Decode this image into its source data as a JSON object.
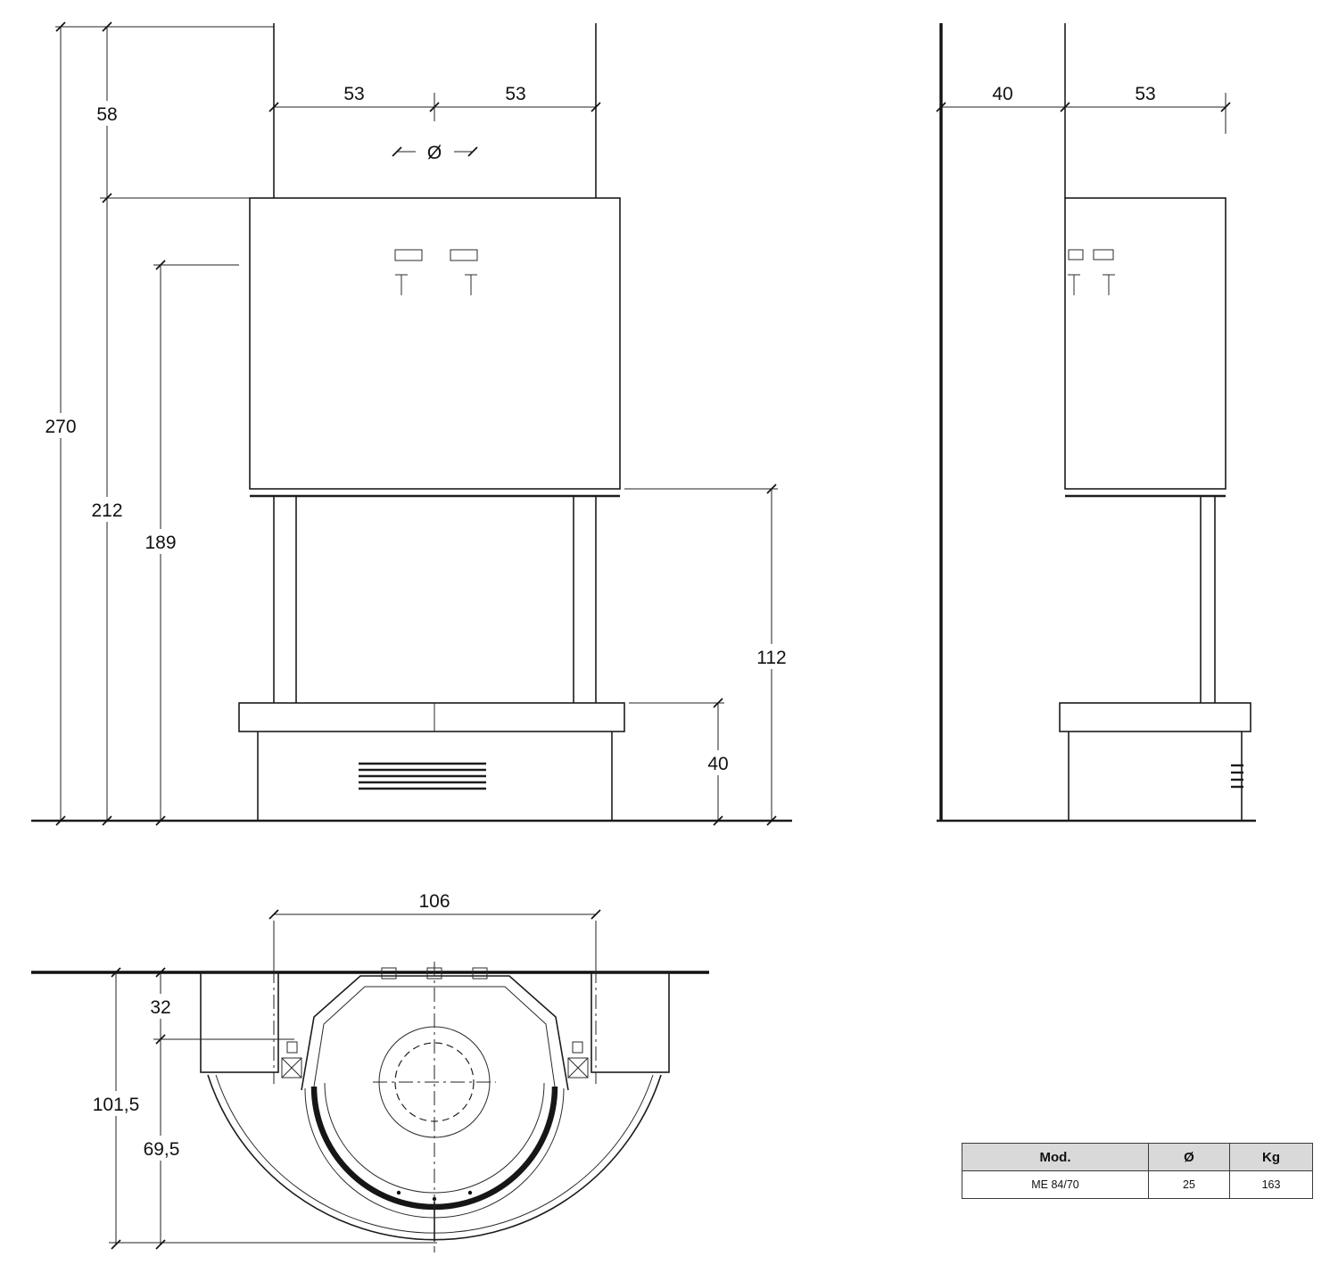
{
  "drawing": {
    "front": {
      "dim_53_left": "53",
      "dim_53_right": "53",
      "diameter_symbol": "Ø",
      "dim_58": "58",
      "dim_270": "270",
      "dim_212": "212",
      "dim_189": "189",
      "dim_112": "112",
      "dim_40": "40"
    },
    "side": {
      "dim_40": "40",
      "dim_53": "53"
    },
    "plan": {
      "dim_106": "106",
      "dim_32": "32",
      "dim_101_5": "101,5",
      "dim_69_5": "69,5"
    }
  },
  "spec_table": {
    "col_mod": "Mod.",
    "col_diameter": "Ø",
    "col_kg": "Kg",
    "row": {
      "mod": "ME 84/70",
      "diameter": "25",
      "kg": "163"
    }
  }
}
